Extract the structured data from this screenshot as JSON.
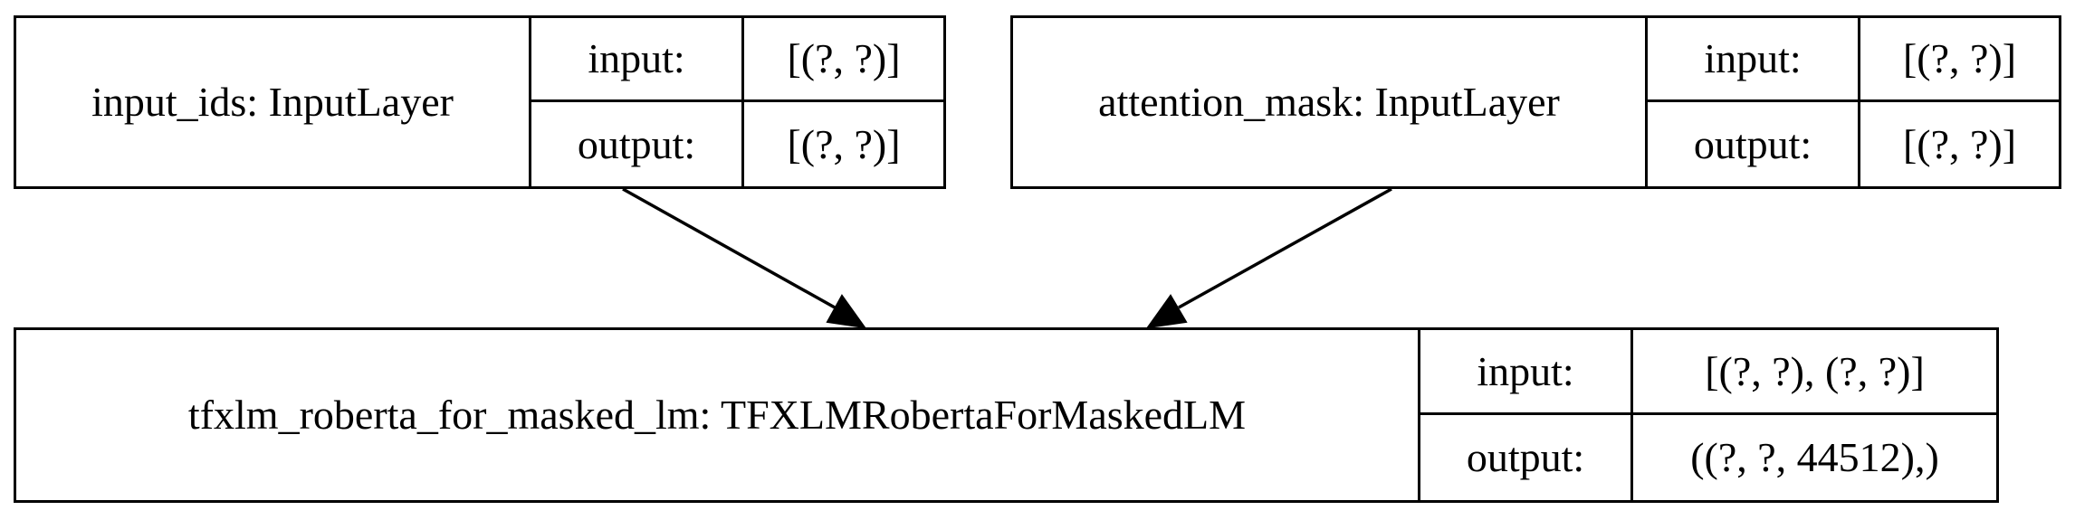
{
  "nodes": {
    "input_ids": {
      "name": "input_ids: InputLayer",
      "input_key": "input:",
      "input_value": "[(?, ?)]",
      "output_key": "output:",
      "output_value": "[(?, ?)]"
    },
    "attention_mask": {
      "name": "attention_mask: InputLayer",
      "input_key": "input:",
      "input_value": "[(?, ?)]",
      "output_key": "output:",
      "output_value": "[(?, ?)]"
    },
    "mlm": {
      "name": "tfxlm_roberta_for_masked_lm: TFXLMRobertaForMaskedLM",
      "input_key": "input:",
      "input_value": "[(?, ?), (?, ?)]",
      "output_key": "output:",
      "output_value": "((?, ?, 44512),)"
    }
  },
  "edges": [
    {
      "from": "input_ids",
      "to": "mlm"
    },
    {
      "from": "attention_mask",
      "to": "mlm"
    }
  ],
  "colors": {
    "stroke": "#000000",
    "background": "#ffffff"
  }
}
